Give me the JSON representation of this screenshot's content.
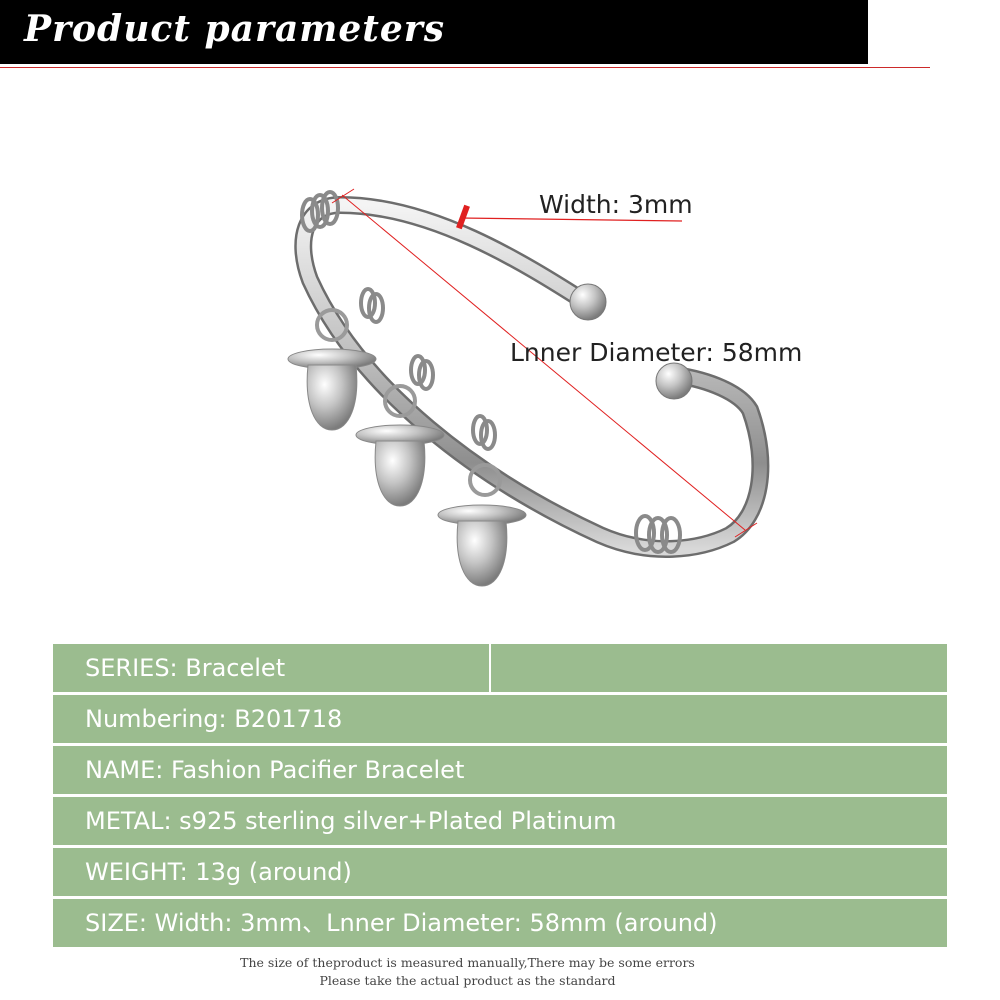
{
  "header": {
    "title": "Product parameters",
    "bar_color": "#000000",
    "rule_color": "#cc2a2a"
  },
  "product_image": {
    "width_label": "Width: 3mm",
    "diameter_label": "Lnner Diameter: 58mm",
    "marker_color": "#e02020"
  },
  "specs": {
    "background_color": "#9bbc8f",
    "rows": [
      "SERIES: Bracelet",
      "Numbering: B201718",
      "NAME: Fashion Pacifier Bracelet",
      "METAL: s925 sterling silver+Plated Platinum",
      "WEIGHT: 13g (around)",
      "SIZE: Width: 3mm、Lnner Diameter: 58mm (around)"
    ]
  },
  "note": {
    "line1": "The size of theproduct is measured manually,There may be some errors",
    "line2": "Please take the actual product as the standard"
  }
}
